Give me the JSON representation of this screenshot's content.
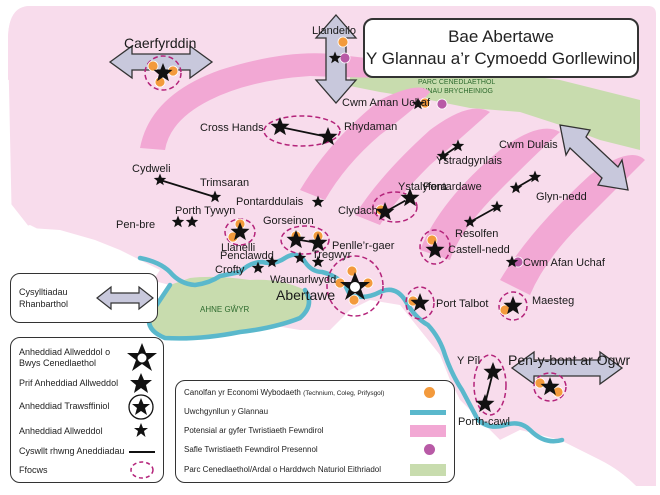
{
  "title": {
    "line1": "Bae Abertawe",
    "line2": "Y Glannau a’r Cymoedd Gorllewinol"
  },
  "places": {
    "caerfyrddin": "Caerfyrddin",
    "llandeilo": "Llandeilo",
    "cwm_aman_uchaf": "Cwm Aman Uchaf",
    "cross_hands": "Cross Hands",
    "rhydaman": "Rhydaman",
    "ystradgynlais": "Ystradgynlais",
    "cwm_dulais": "Cwm Dulais",
    "ystalyfera": "Ystalyfera",
    "cydweli": "Cydweli",
    "trimsaran": "Trimsaran",
    "porth_tywyn": "Porth Tywyn",
    "pen_bre": "Pen-bre",
    "pontarddulais": "Pontarddulais",
    "pontardawe": "Pontardawe",
    "clydach": "Clydach",
    "glyn_nedd": "Glyn-nedd",
    "resolfen": "Resolfen",
    "gorseinon": "Gorseinon",
    "llanelli": "Llanelli",
    "penlle_r_gaer": "Penlle’r-gaer",
    "castell_nedd": "Castell-nedd",
    "cwm_afan_uchaf": "Cwm Afan Uchaf",
    "penclawdd": "Penclawdd",
    "tregwyr": "Tregwyr",
    "crofty": "Crofty",
    "waunarlwydd": "Waunarlwydd",
    "abertawe": "Abertawe",
    "port_talbot": "Port Talbot",
    "maesteg": "Maesteg",
    "y_pil": "Y Pîl",
    "pen_y_bont": "Pen-y-bont ar Ogwr",
    "porth_cawl": "Porth-cawl"
  },
  "areas": {
    "national_park": [
      "PARC CENEDLAETHOL",
      "BANNAU BRYCHEINIOG"
    ],
    "aonb": "AHNE GŴYR"
  },
  "regional_legend": {
    "label_line1": "Cysylltiadau",
    "label_line2": "Rhanbarthol"
  },
  "settlement_legend": {
    "items": [
      "Anheddiad Allweddol o Bwys Cenedlaethol",
      "Prif Anheddiad Allweddol",
      "Anheddiad Trawsffiniol",
      "Anheddiad Allweddol",
      "Cyswllt rhwng Aneddiadau",
      "Ffocws"
    ]
  },
  "feature_legend": {
    "items": [
      {
        "label": "Canolfan yr Economi Wybodaeth",
        "note": "(Technium, Coleg, Prifysgol)"
      },
      {
        "label": "Uwchgynllun y Glannau",
        "note": ""
      },
      {
        "label": "Potensial ar gyfer Twristiaeth Fewndirol",
        "note": ""
      },
      {
        "label": "Safle Twristiaeth Fewndirol Presennol",
        "note": ""
      },
      {
        "label": "Parc Cenedlaethol/Ardal o Harddwch Naturiol Eithriadol",
        "note": ""
      }
    ]
  },
  "colors": {
    "land": "#f8dcec",
    "tourism_potential": "#f2a8d4",
    "national_park": "#c8dcae",
    "coast": "#5ab8cc",
    "knowledge_centre": "#f39a3c",
    "tourism_site": "#b85aa6",
    "focus_ring": "#b4237a",
    "arrow": "#c8c8dc"
  }
}
